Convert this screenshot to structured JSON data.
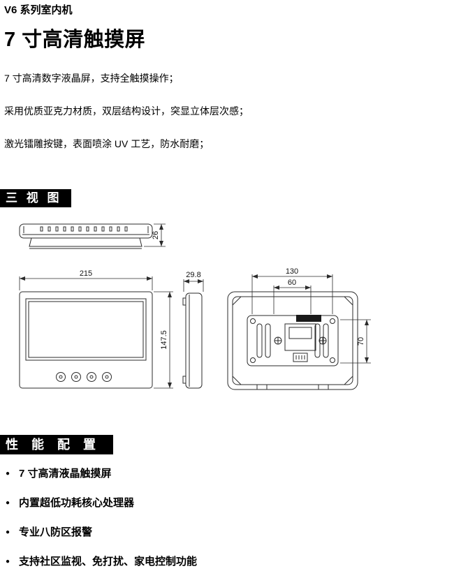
{
  "page": {
    "series_title": "V6 系列室内机",
    "product_title": "7 寸高清触摸屏",
    "features": [
      "7 寸高清数字液晶屏，支持全触摸操作；",
      "采用优质亚克力材质，双层结构设计，突显立体层次感；",
      "激光镭雕按键，表面喷涂 UV 工艺，防水耐磨；"
    ]
  },
  "sections": {
    "three_view_title": "三 视 图",
    "performance_title": "性 能 配 置"
  },
  "drawing": {
    "dims": {
      "top_thickness": "26",
      "front_width": "215",
      "front_height": "147.5",
      "side_depth": "29.8",
      "back_hole_span": "130",
      "back_inner_span": "60",
      "back_slot_height": "70"
    }
  },
  "performance": {
    "bullet": "●",
    "items": [
      "7 寸高清液晶触摸屏",
      "内置超低功耗核心处理器",
      "专业八防区报警",
      "支持社区监视、免打扰、家电控制功能"
    ]
  },
  "colors": {
    "section_bar_bg": "#000000",
    "section_bar_text": "#ffffff",
    "line": "#2b2b2b"
  }
}
